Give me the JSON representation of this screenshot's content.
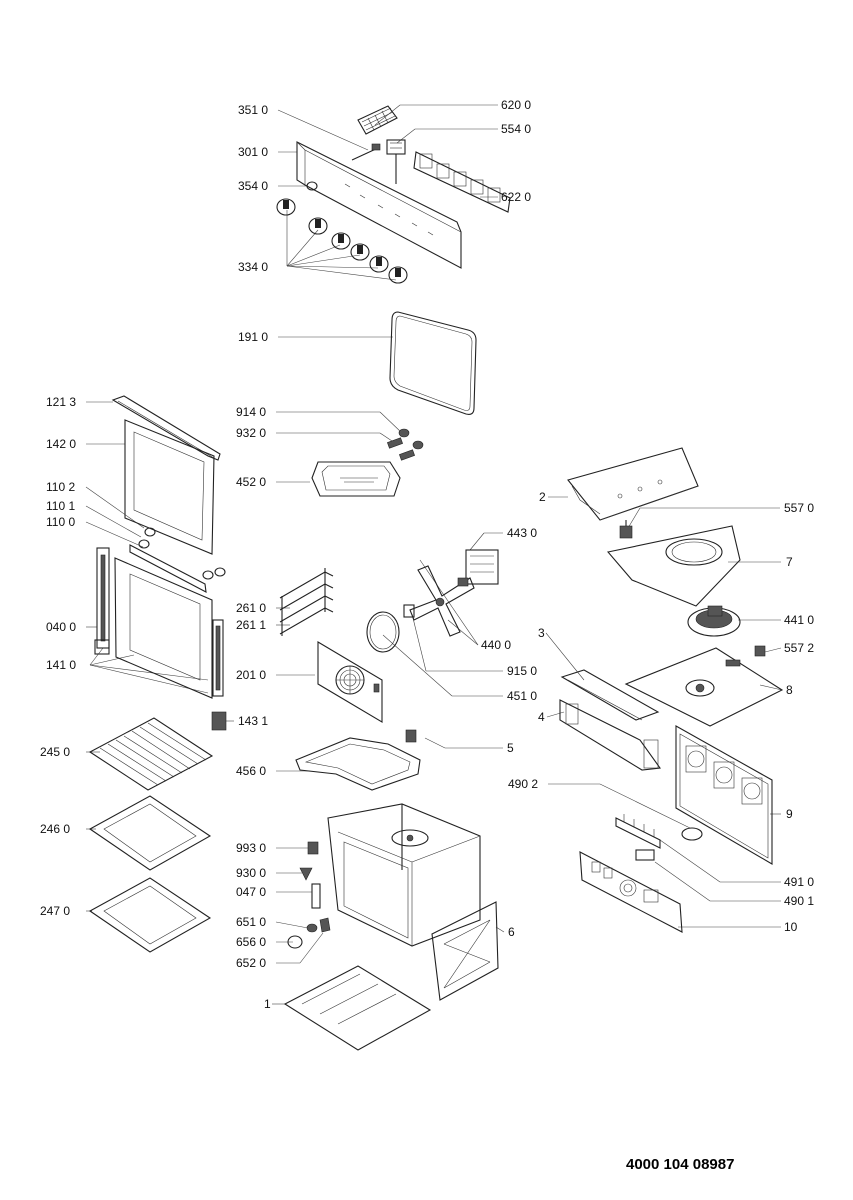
{
  "document_number": "4000 104 08987",
  "labels": {
    "l3510": "351 0",
    "l6200": "620 0",
    "l5540": "554 0",
    "l3010": "301 0",
    "l3540": "354 0",
    "l6220": "622 0",
    "l3340": "334 0",
    "l1910": "191 0",
    "l1213": "121 3",
    "l1420": "142 0",
    "l9140": "914 0",
    "l9320": "932 0",
    "l4520": "452 0",
    "l1102": "110 2",
    "l1101": "110 1",
    "l1100": "110 0",
    "l2": "2",
    "l5570": "557 0",
    "l4430": "443 0",
    "l7": "7",
    "l2610": "261 0",
    "l2611": "261 1",
    "l0400": "040 0",
    "l4410": "441 0",
    "l3": "3",
    "l4400": "440 0",
    "l1410": "141 0",
    "l5572": "557 2",
    "l2010": "201 0",
    "l9150": "915 0",
    "l8": "8",
    "l4510": "451 0",
    "l4": "4",
    "l1431": "143 1",
    "l5": "5",
    "l2450": "245 0",
    "l4560": "456 0",
    "l4902": "490 2",
    "l9": "9",
    "l2460": "246 0",
    "l9930": "993 0",
    "l9300": "930 0",
    "l4910": "491 0",
    "l0470": "047 0",
    "l4901": "490 1",
    "l2470": "247 0",
    "l6510": "651 0",
    "l10": "10",
    "l6": "6",
    "l6560": "656 0",
    "l6520": "652 0",
    "l1": "1"
  }
}
